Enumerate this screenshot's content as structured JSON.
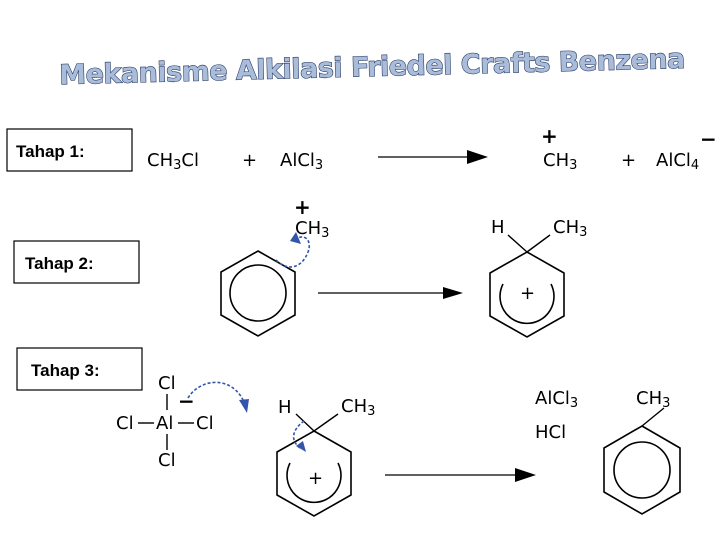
{
  "title": "Mekanisme Alkilasi Friedel Crafts Benzena",
  "steps": [
    {
      "label": "Tahap 1:",
      "reactants": [
        "CH3Cl",
        "+",
        "AlCl3"
      ],
      "products": [
        "CH3",
        "+",
        "AlCl4"
      ],
      "charges": [
        "+",
        "−"
      ]
    },
    {
      "label": "Tahap 2:",
      "electrophile": "CH3",
      "electrophile_charge": "+",
      "intermediate_substituents": [
        "H",
        "CH3"
      ],
      "intermediate_charge": "+"
    },
    {
      "label": "Tahap 3:",
      "complex_atoms": [
        "Cl",
        "Cl",
        "Al",
        "Cl",
        "Cl"
      ],
      "complex_charge": "−",
      "intermediate_substituents": [
        "H",
        "CH3"
      ],
      "intermediate_charge": "+",
      "byproducts": [
        "AlCl3",
        "HCl"
      ],
      "product_substituent": "CH3"
    }
  ],
  "colors": {
    "title_fill": "#a9bddb",
    "title_stroke": "#1c2f5a",
    "curly_arrow": "#3355aa"
  }
}
